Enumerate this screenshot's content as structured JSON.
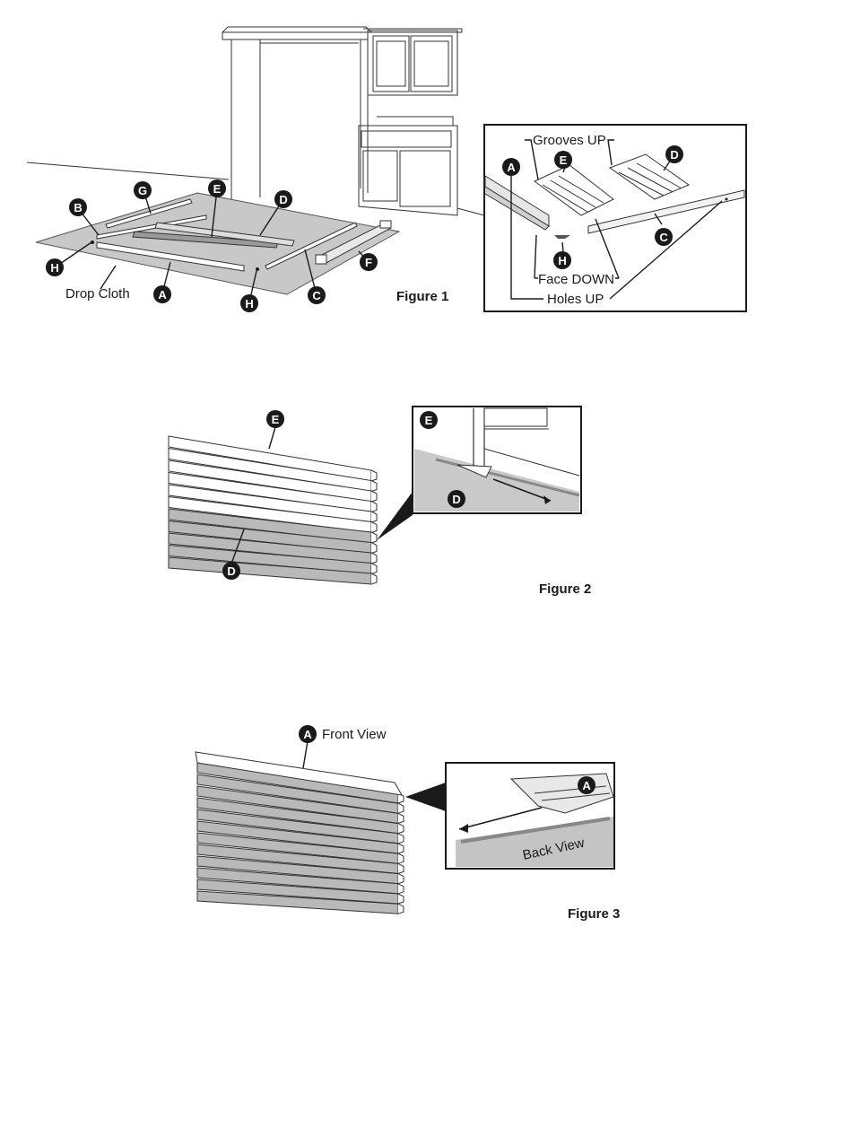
{
  "figure1": {
    "caption": "Figure 1",
    "drop_cloth_label": "Drop Cloth",
    "parts": [
      "A",
      "B",
      "C",
      "D",
      "E",
      "F",
      "G",
      "H"
    ],
    "inset": {
      "grooves_up": "Grooves UP",
      "face_down": "Face DOWN",
      "holes_up": "Holes UP"
    }
  },
  "figure2": {
    "caption": "Figure 2",
    "parts": [
      "E",
      "D"
    ]
  },
  "figure3": {
    "caption": "Figure 3",
    "front_view": "Front View",
    "back_view": "Back View",
    "parts": [
      "A"
    ]
  },
  "colors": {
    "drop_cloth": "#c8c8c8",
    "panel_light": "#ffffff",
    "panel_dark": "#b9b9b9",
    "badge": "#1a1a1a"
  }
}
